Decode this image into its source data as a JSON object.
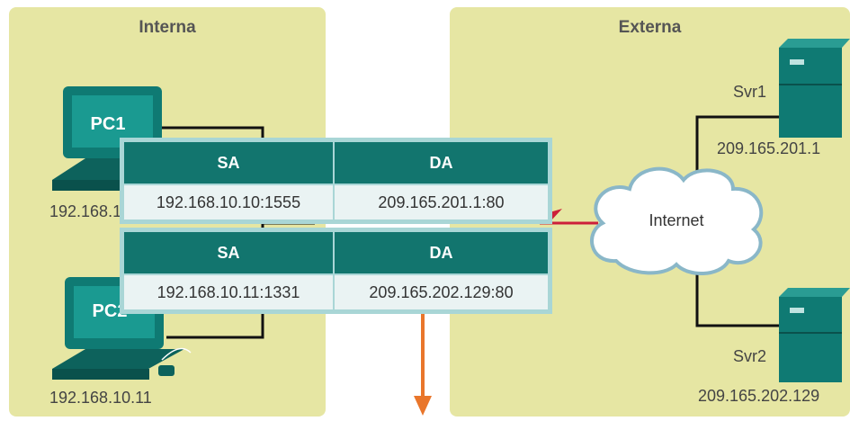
{
  "zones": {
    "inside_title": "Interna",
    "outside_title": "Externa"
  },
  "hosts": {
    "pc1": {
      "name": "PC1",
      "address": "192.168.10.10"
    },
    "pc2": {
      "name": "PC2",
      "address": "192.168.10.11"
    },
    "svr1": {
      "name": "Svr1",
      "address": "209.165.201.1"
    },
    "svr2": {
      "name": "Svr2",
      "address": "209.165.202.129"
    }
  },
  "cloud_label": "Internet",
  "translation_tables": [
    {
      "sa_header": "SA",
      "da_header": "DA",
      "sa": "192.168.10.10:1555",
      "da": "209.165.201.1:80"
    },
    {
      "sa_header": "SA",
      "da_header": "DA",
      "sa": "192.168.10.11:1331",
      "da": "209.165.202.129:80"
    }
  ],
  "colors": {
    "zone": "#e6e6a3",
    "device": "#0f7a73",
    "table_header": "#12756e",
    "arrow_out": "#e9762b",
    "arrow_red": "#cc1f3a"
  }
}
